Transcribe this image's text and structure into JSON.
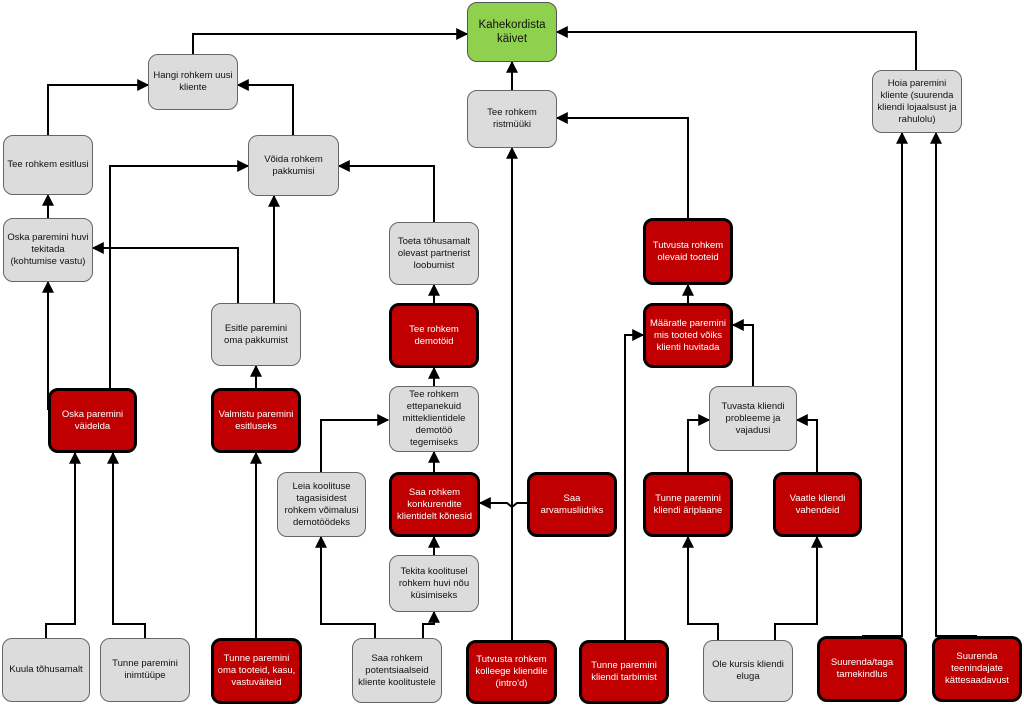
{
  "nodes": {
    "goal": "Kahekordista käivet",
    "hangi": "Hangi rohkem uusi kliente",
    "ristmyyk": "Tee rohkem ristmüüki",
    "hoia": "Hoia paremini kliente (suurenda kliendi lojaalsust ja rahulolu)",
    "esitlusi": "Tee rohkem esitlusi",
    "voida": "Võida rohkem pakkumisi",
    "huvi": "Oska paremini huvi tekitada (kohtumise vastu)",
    "toeta": "Toeta tõhusamalt olevast partnerist loobumist",
    "tutvusta_olevaid": "Tutvusta rohkem olevaid tooteid",
    "esitle": "Esitle paremini oma pakkumist",
    "demotoid": "Tee rohkem demotöid",
    "maaratle": "Määratle paremini mis tooted võiks klienti huvitada",
    "ettepanekuid": "Tee rohkem ettepanekuid mitteklientidele demotöö tegemiseks",
    "vaidelda": "Oska paremini väidelda",
    "valmistu": "Valmistu paremini esitluseks",
    "tuvasta": "Tuvasta kliendi probleeme ja vajadusi",
    "leia": "Leia koolituse tagasisidest rohkem võimalusi demotöödeks",
    "konkurendid": "Saa rohkem konkurendite klientidelt kõnesid",
    "arvamusliidriks": "Saa arvamusliidriks",
    "ariplaane": "Tunne paremini kliendi äriplaane",
    "vahendeid": "Vaatle kliendi vahendeid",
    "tekita": "Tekita koolitusel rohkem huvi nõu küsimiseks",
    "kuula": "Kuula tõhusamalt",
    "inimtyype": "Tunne paremini inimtüüpe",
    "tooteid": "Tunne paremini oma tooteid, kasu, vastuväiteid",
    "potentsiaalseid": "Saa rohkem potentsiaalseid kliente koolitustele",
    "kolleege": "Tutvusta rohkem kolleege kliendile (intro'd)",
    "tarbimist": "Tunne paremini kliendi tarbimist",
    "kursis": "Ole kursis kliendi eluga",
    "tamekindlus": "Suurenda/taga tamekindlus",
    "kattesaadavust": "Suurenda teenindajate kättesaadavust"
  },
  "colors": {
    "gray_fill": "#dcdcdc",
    "red_fill": "#c00000",
    "green_fill": "#8fd14f",
    "arrow": "#000000"
  }
}
